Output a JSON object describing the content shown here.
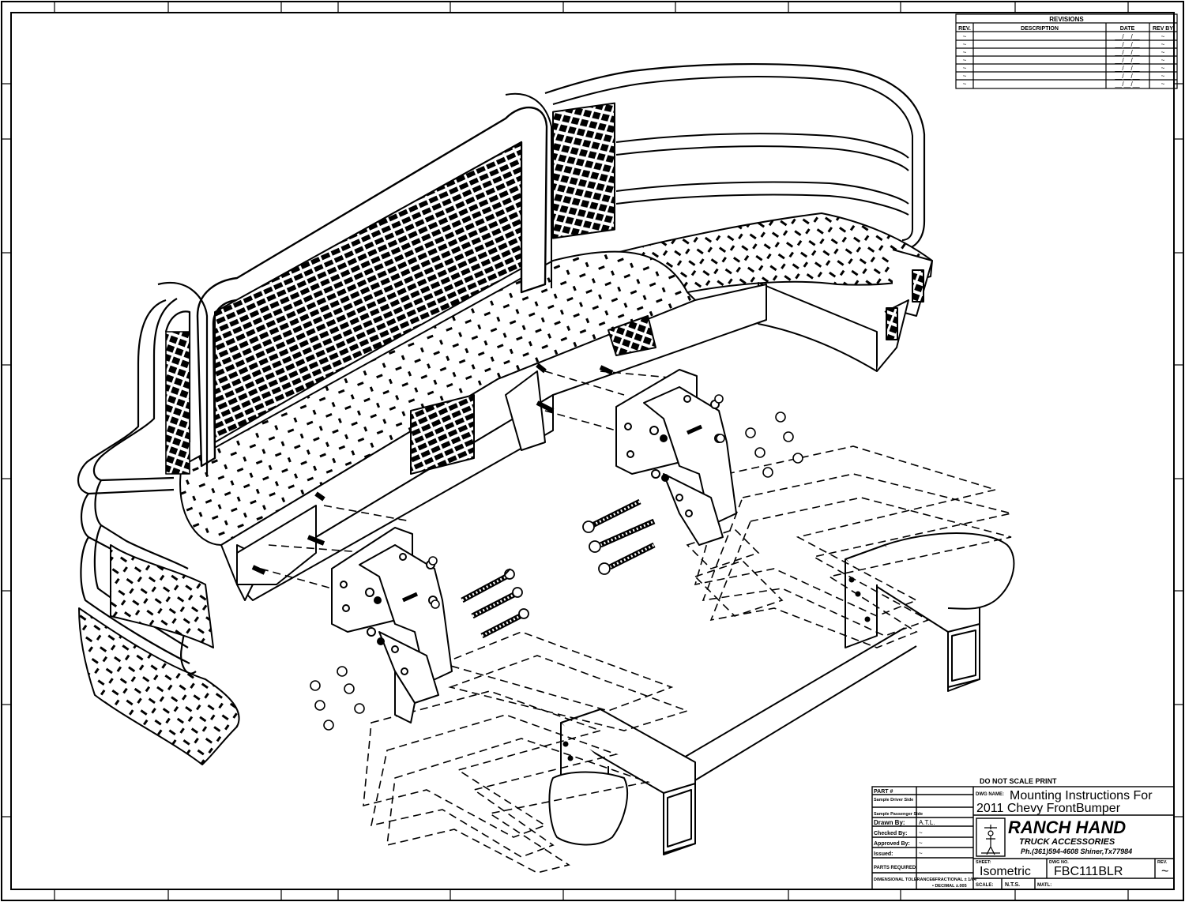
{
  "revisions": {
    "title": "REVISIONS",
    "headers": {
      "rev": "REV.",
      "description": "DESCRIPTION",
      "date": "DATE",
      "rev_by": "REV BY"
    },
    "rows": [
      {
        "rev": "~",
        "date": "__/__/__",
        "rev_by": "~"
      },
      {
        "rev": "~",
        "date": "__/__/__",
        "rev_by": "~"
      },
      {
        "rev": "~",
        "date": "__/__/__",
        "rev_by": "~"
      },
      {
        "rev": "~",
        "date": "__/__/__",
        "rev_by": "~"
      },
      {
        "rev": "~",
        "date": "__/__/__",
        "rev_by": "~"
      },
      {
        "rev": "~",
        "date": "__/__/__",
        "rev_by": "~"
      },
      {
        "rev": "~",
        "date": "__/__/__",
        "rev_by": "~"
      }
    ]
  },
  "title_block": {
    "do_not_scale": "DO NOT SCALE PRINT",
    "part_label": "PART #",
    "sample_driver": "Sample Driver Side",
    "sample_passenger": "Sample Passenger Side",
    "drawn_by_label": "Drawn By:",
    "drawn_by_value": "A.T.L.",
    "checked_by_label": "Checked By:",
    "checked_by_value": "~",
    "approved_by_label": "Approved By:",
    "approved_by_value": "~",
    "issued_label": "Issued:",
    "issued_value": "~",
    "parts_required_label": "PARTS REQUIRED:",
    "dimensional_tolerances": "DIMENSIONAL TOLERANCES",
    "fractional": "• FRACTIONAL ± 1/64\"",
    "decimal": "• DECIMAL ±.005",
    "dwg_name_label": "DWG NAME:",
    "dwg_name_line1": "Mounting Instructions For",
    "dwg_name_line2": "2011 Chevy FrontBumper",
    "company_name": "RANCH HAND",
    "company_sub": "TRUCK ACCESSORIES",
    "company_contact": "Ph.(361)594-4608 Shiner,Tx77984",
    "sheet_label": "SHEET:",
    "sheet_value": "Isometric",
    "dwg_no_label": "DWG NO.",
    "dwg_no_value": "FBC111BLR",
    "rev_label": "REV.",
    "rev_value": "~",
    "scale_label": "SCALE:",
    "scale_value": "N.T.S.",
    "matl_label": "MATL:"
  },
  "drawing": {
    "view": "isometric exploded assembly",
    "components": [
      "bumper-guard",
      "left-mounting-bracket",
      "right-mounting-bracket",
      "frame-rails",
      "hex-bolts",
      "nuts",
      "washers"
    ]
  }
}
